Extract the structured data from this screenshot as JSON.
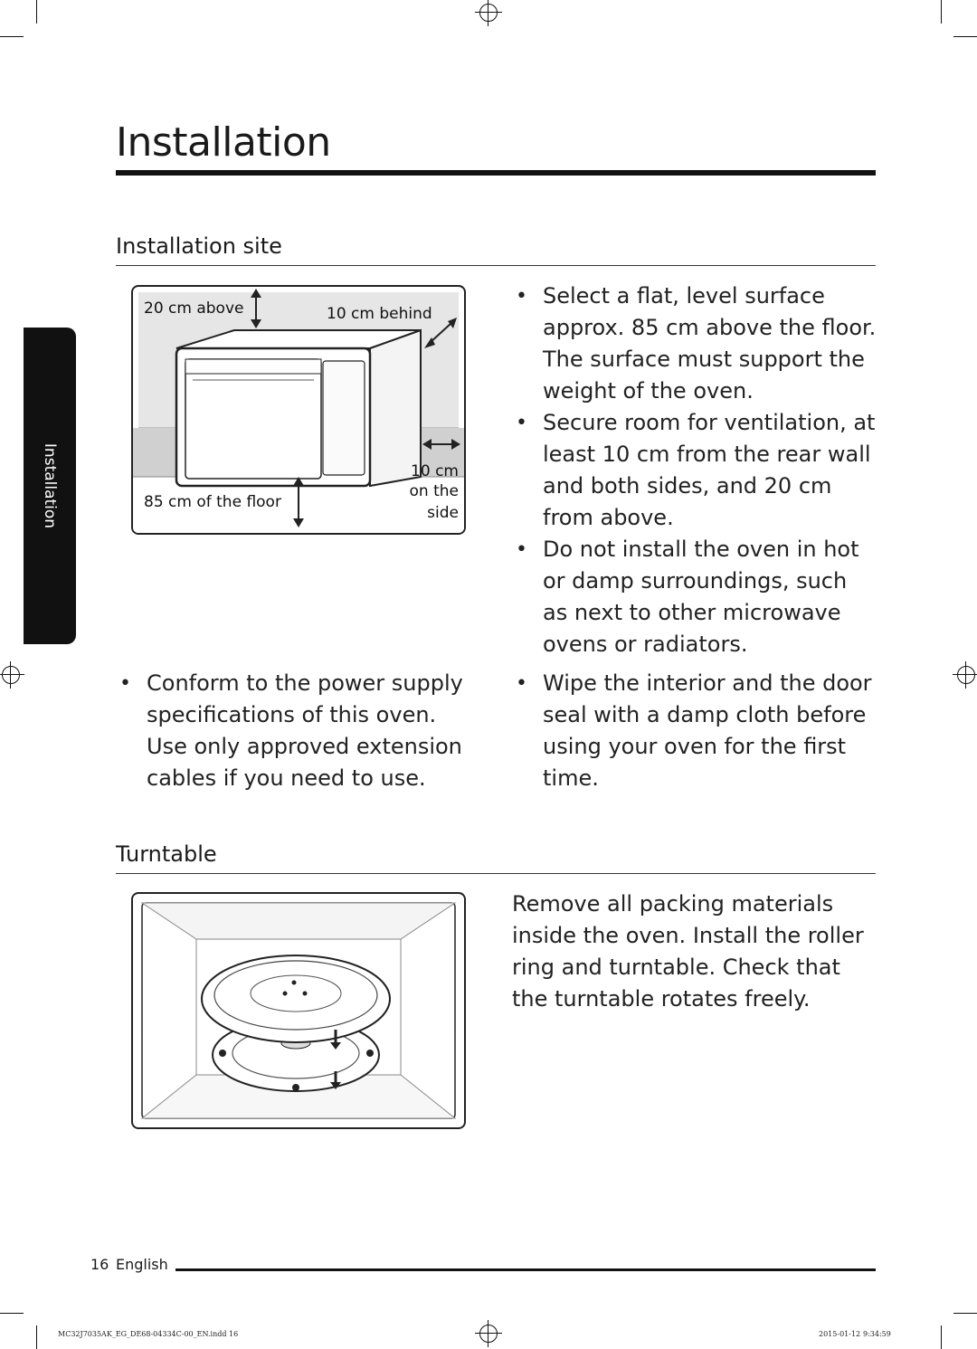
{
  "page": {
    "title": "Installation",
    "side_tab": "Installation"
  },
  "installation_site": {
    "heading": "Installation site",
    "figure_labels": {
      "above": "20 cm above",
      "behind": "10 cm behind",
      "side_1": "10 cm",
      "side_2": "on the",
      "side_3": "side",
      "floor": "85 cm of the floor"
    },
    "bullets_right": [
      "Select a flat, level surface approx. 85 cm above the floor. The surface must support the weight of the oven.",
      "Secure room for ventilation, at least 10 cm from the rear wall and both sides, and 20 cm from above.",
      "Do not install the oven in hot or damp surroundings, such as next to other microwave ovens or radiators."
    ],
    "bullet_left": "Conform to the power supply specifications of this oven. Use only approved extension cables if you need to use.",
    "bullet_right_bottom": "Wipe the interior and the door seal with a damp cloth before using your oven for the first time."
  },
  "turntable": {
    "heading": "Turntable",
    "text": "Remove all packing materials inside the oven. Install the roller ring and turntable. Check that the turntable rotates freely."
  },
  "footer": {
    "page_number": "16",
    "language": "English",
    "file_name": "MC32J7035AK_EG_DE68-04334C-00_EN.indd   16",
    "date": "2015-01-12",
    "time": "9:34:59"
  }
}
